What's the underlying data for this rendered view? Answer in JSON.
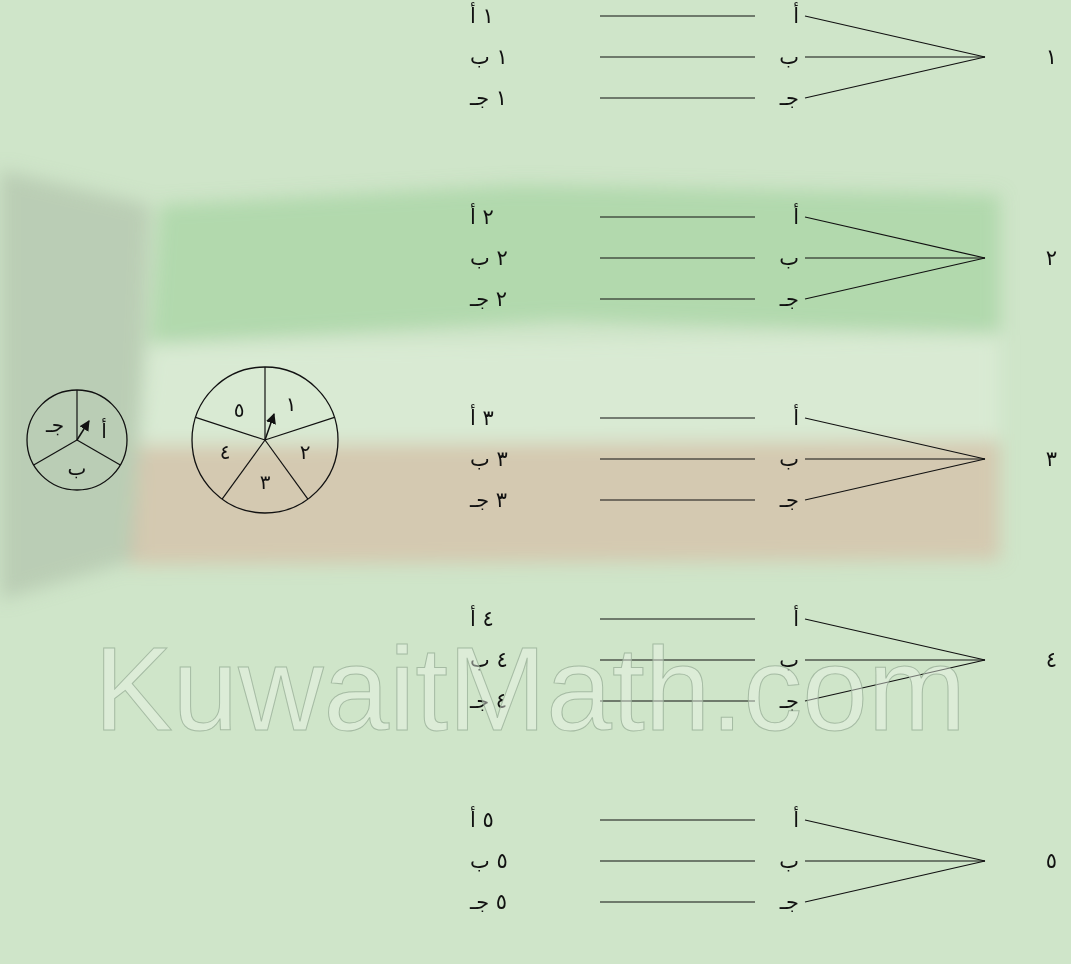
{
  "diagram": {
    "nodes": [
      {
        "text": [
          "١"
        ]
      },
      {
        "text": [
          "أ"
        ]
      },
      {
        "text": [
          "ب"
        ]
      },
      {
        "text": [
          "جـ"
        ]
      },
      {
        "text": [
          "١ أ"
        ]
      },
      {
        "text": [
          "١ ب"
        ]
      },
      {
        "text": [
          "١ جـ"
        ]
      },
      {
        "text": [
          "٢"
        ]
      },
      {
        "text": [
          "أ"
        ]
      },
      {
        "text": [
          "ب"
        ]
      },
      {
        "text": [
          "جـ"
        ]
      },
      {
        "text": [
          "٢ أ"
        ]
      },
      {
        "text": [
          "٢ ب"
        ]
      },
      {
        "text": [
          "٢ جـ"
        ]
      },
      {
        "text": [
          "٣"
        ]
      },
      {
        "text": [
          "أ"
        ]
      },
      {
        "text": [
          "ب"
        ]
      },
      {
        "text": [
          "جـ"
        ]
      },
      {
        "text": [
          "٣ أ"
        ]
      },
      {
        "text": [
          "٣ ب"
        ]
      },
      {
        "text": [
          "٣ جـ"
        ]
      },
      {
        "text": [
          "٤"
        ]
      },
      {
        "text": [
          "أ"
        ]
      },
      {
        "text": [
          "ب"
        ]
      },
      {
        "text": [
          "جـ"
        ]
      },
      {
        "text": [
          "٤ أ"
        ]
      },
      {
        "text": [
          "٤ ب"
        ]
      },
      {
        "text": [
          "٤ جـ"
        ]
      },
      {
        "text": [
          "٥"
        ]
      },
      {
        "text": [
          "أ"
        ]
      },
      {
        "text": [
          "ب"
        ]
      },
      {
        "text": [
          "جـ"
        ]
      },
      {
        "text": [
          "٥ أ"
        ]
      },
      {
        "text": [
          "٥ ب"
        ]
      },
      {
        "text": [
          "٥ جـ"
        ]
      }
    ],
    "edges": [
      {
        "from": 0,
        "to": 1,
        "arrow": "none"
      },
      {
        "from": 0,
        "to": 2,
        "arrow": "none"
      },
      {
        "from": 0,
        "to": 3,
        "arrow": "none"
      },
      {
        "from": 1,
        "to": 4,
        "arrow": "none"
      },
      {
        "from": 2,
        "to": 5,
        "arrow": "none"
      },
      {
        "from": 3,
        "to": 6,
        "arrow": "none"
      },
      {
        "from": 7,
        "to": 8,
        "arrow": "none"
      },
      {
        "from": 7,
        "to": 9,
        "arrow": "none"
      },
      {
        "from": 7,
        "to": 10,
        "arrow": "none"
      },
      {
        "from": 8,
        "to": 11,
        "arrow": "none"
      },
      {
        "from": 9,
        "to": 12,
        "arrow": "none"
      },
      {
        "from": 10,
        "to": 13,
        "arrow": "none"
      },
      {
        "from": 14,
        "to": 15,
        "arrow": "none"
      },
      {
        "from": 14,
        "to": 16,
        "arrow": "none"
      },
      {
        "from": 14,
        "to": 17,
        "arrow": "none"
      },
      {
        "from": 15,
        "to": 18,
        "arrow": "none"
      },
      {
        "from": 16,
        "to": 19,
        "arrow": "none"
      },
      {
        "from": 17,
        "to": 20,
        "arrow": "none"
      },
      {
        "from": 21,
        "to": 22,
        "arrow": "none"
      },
      {
        "from": 21,
        "to": 23,
        "arrow": "none"
      },
      {
        "from": 21,
        "to": 24,
        "arrow": "none"
      },
      {
        "from": 22,
        "to": 25,
        "arrow": "none"
      },
      {
        "from": 23,
        "to": 26,
        "arrow": "none"
      },
      {
        "from": 24,
        "to": 27,
        "arrow": "none"
      },
      {
        "from": 28,
        "to": 29,
        "arrow": "none"
      },
      {
        "from": 28,
        "to": 30,
        "arrow": "none"
      },
      {
        "from": 28,
        "to": 31,
        "arrow": "none"
      },
      {
        "from": 29,
        "to": 32,
        "arrow": "none"
      },
      {
        "from": 30,
        "to": 33,
        "arrow": "none"
      },
      {
        "from": 31,
        "to": 34,
        "arrow": "none"
      }
    ],
    "labels": [
      "جـ",
      "أ",
      "ب",
      "٥",
      "١",
      "٢",
      "٣",
      "٤",
      "KuwaitMath.com"
    ]
  }
}
